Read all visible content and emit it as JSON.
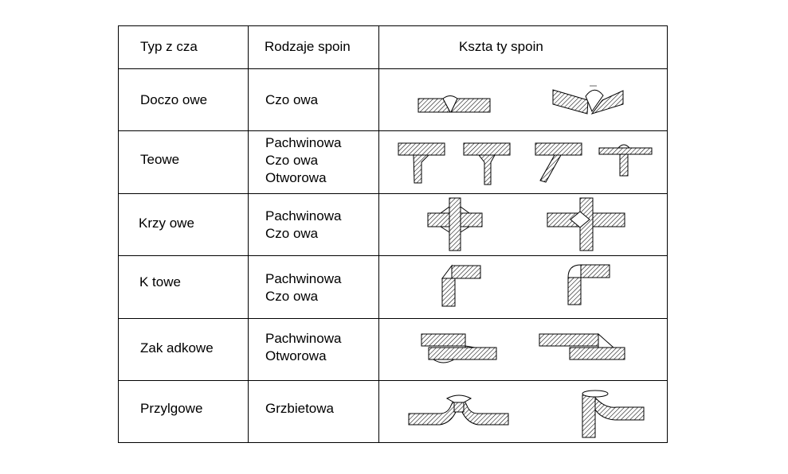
{
  "table": {
    "headers": [
      "Typ z   cza",
      "Rodzaje spoin",
      "Kszta ty spoin"
    ],
    "rows": [
      {
        "type": "Doczo owe",
        "kinds": [
          "Czo owa"
        ]
      },
      {
        "type": "Teowe",
        "kinds": [
          "Pachwinowa",
          "Czo owa",
          "Otworowa"
        ]
      },
      {
        "type": "Krzy  owe",
        "kinds": [
          "Pachwinowa",
          "Czo owa"
        ]
      },
      {
        "type": "K  towe",
        "kinds": [
          "Pachwinowa",
          "Czo owa"
        ]
      },
      {
        "type": "Zak adkowe",
        "kinds": [
          "Pachwinowa",
          "Otworowa"
        ]
      },
      {
        "type": "Przylgowe",
        "kinds": [
          "Grzbietowa"
        ]
      }
    ]
  },
  "icons": [
    "butt-weld-icon",
    "tee-weld-icon",
    "cross-weld-icon",
    "corner-weld-icon",
    "lap-weld-icon",
    "flange-weld-icon"
  ],
  "colors": {
    "line": "#000000",
    "hatch": "#000000",
    "background": "#ffffff"
  }
}
